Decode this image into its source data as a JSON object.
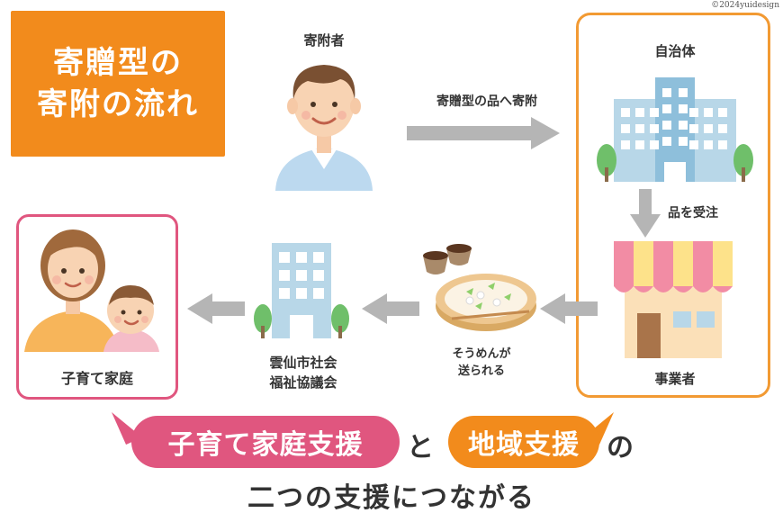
{
  "copyright": "©2024yuidesign",
  "title": {
    "line1": "寄贈型の",
    "line2": "寄附の流れ"
  },
  "donor": {
    "label": "寄附者"
  },
  "flow_label": "寄贈型の品へ寄附",
  "municipality": {
    "label": "自治体"
  },
  "order_label": "品を受注",
  "business": {
    "label": "事業者"
  },
  "somen": {
    "line1": "そうめんが",
    "line2": "送られる"
  },
  "council": {
    "line1": "雲仙市社会",
    "line2": "福祉協議会"
  },
  "family": {
    "label": "子育て家庭"
  },
  "tagline": {
    "pink": "子育て家庭支援",
    "connector1": "と",
    "orange": "地域支援",
    "connector2": "の",
    "bottom": "二つの支援につながる"
  },
  "colors": {
    "orange": "#f28b1c",
    "pink": "#e0567f",
    "arrow": "#b5b5b5"
  }
}
